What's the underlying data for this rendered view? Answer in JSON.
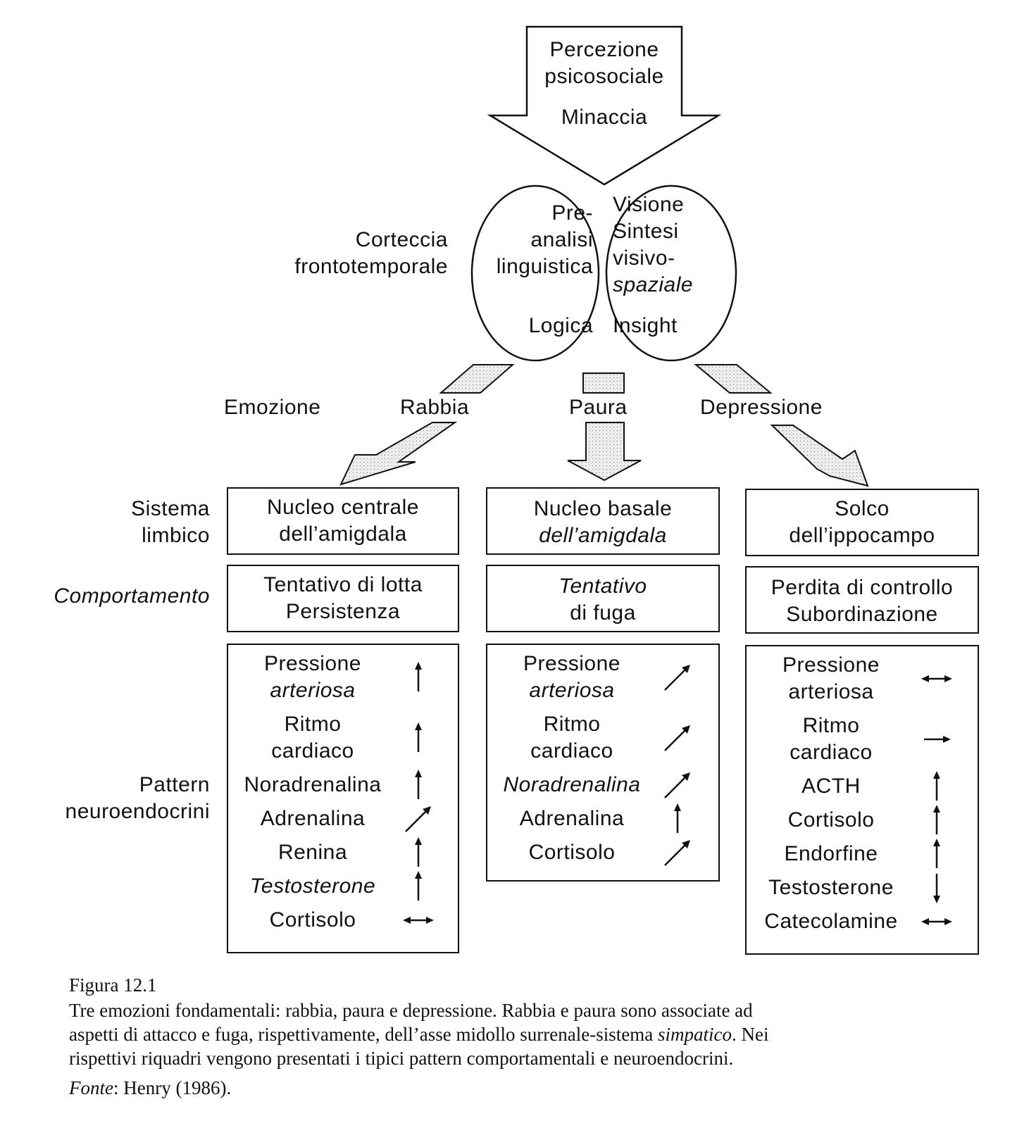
{
  "top_arrow": {
    "line1": "Percezione",
    "line2": "psicosociale",
    "line3": "Minaccia"
  },
  "cortex": {
    "label_line1": "Corteccia",
    "label_line2": "frontotemporale",
    "left": {
      "l1": "Pre-",
      "l2": "analisi",
      "l3": "linguistica",
      "l4": "Logica"
    },
    "right": {
      "l1": "Visione",
      "l2": "Sintesi",
      "l3": "visivo-",
      "l4": "spaziale",
      "l5": "Insight"
    }
  },
  "emotions": {
    "label": "Emozione",
    "anger": "Rabbia",
    "fear": "Paura",
    "depression": "Depressione"
  },
  "row_labels": {
    "limbic_1": "Sistema",
    "limbic_2": "limbico",
    "behavior": "Comportamento",
    "pattern_1": "Pattern",
    "pattern_2": "neuroendocrini"
  },
  "columns": [
    {
      "limbic": [
        "Nucleo centrale",
        "dell’amigdala"
      ],
      "behavior": [
        "Tentativo di lotta",
        "Persistenza"
      ],
      "patterns": [
        {
          "name": [
            "Pressione",
            "arteriosa"
          ],
          "arrow": "up"
        },
        {
          "name": [
            "Ritmo",
            "cardiaco"
          ],
          "arrow": "up"
        },
        {
          "name": [
            "Noradrenalina"
          ],
          "arrow": "up"
        },
        {
          "name": [
            "Adrenalina"
          ],
          "arrow": "up-right"
        },
        {
          "name": [
            "Renina"
          ],
          "arrow": "up"
        },
        {
          "name": [
            "Testosterone"
          ],
          "arrow": "up"
        },
        {
          "name": [
            "Cortisolo"
          ],
          "arrow": "both"
        }
      ]
    },
    {
      "limbic": [
        "Nucleo basale",
        "dell’amigdala"
      ],
      "behavior": [
        "Tentativo",
        "di fuga"
      ],
      "patterns": [
        {
          "name": [
            "Pressione",
            "arteriosa"
          ],
          "arrow": "up-right"
        },
        {
          "name": [
            "Ritmo",
            "cardiaco"
          ],
          "arrow": "up-right"
        },
        {
          "name": [
            "Noradrenalina"
          ],
          "arrow": "up-right"
        },
        {
          "name": [
            "Adrenalina"
          ],
          "arrow": "up"
        },
        {
          "name": [
            "Cortisolo"
          ],
          "arrow": "up-right"
        }
      ]
    },
    {
      "limbic": [
        "Solco",
        "dell’ippocampo"
      ],
      "behavior": [
        "Perdita di controllo",
        "Subordinazione"
      ],
      "patterns": [
        {
          "name": [
            "Pressione",
            "arteriosa"
          ],
          "arrow": "both"
        },
        {
          "name": [
            "Ritmo",
            "cardiaco"
          ],
          "arrow": "right"
        },
        {
          "name": [
            "ACTH"
          ],
          "arrow": "up"
        },
        {
          "name": [
            "Cortisolo"
          ],
          "arrow": "up"
        },
        {
          "name": [
            "Endorfine"
          ],
          "arrow": "up"
        },
        {
          "name": [
            "Testosterone"
          ],
          "arrow": "down"
        },
        {
          "name": [
            "Catecolamine"
          ],
          "arrow": "both"
        }
      ]
    }
  ],
  "caption": {
    "figure": "Figura 12.1",
    "text_1": "Tre emozioni fondamentali: rabbia, paura e depressione. Rabbia e paura sono associate ad",
    "text_2": "aspetti di attacco e fuga, rispettivamente, dell’asse midollo surrenale-sistema ",
    "text_2_italic": "simpatico",
    "text_2_end": ". Nei",
    "text_3": "rispettivi riquadri vengono presentati i tipici pattern comportamentali e neuroendocrini.",
    "source_label": "Fonte",
    "source_text": ": Henry (1986)."
  },
  "colors": {
    "ink": "#111111",
    "arrow_fill": "#e4e4e4",
    "background": "#ffffff"
  }
}
